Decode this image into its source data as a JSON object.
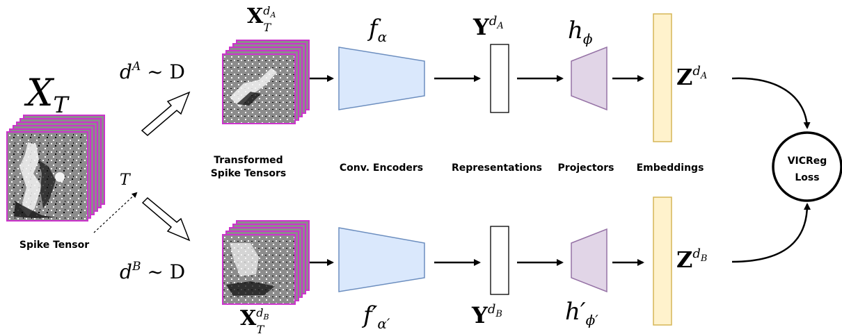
{
  "labels": {
    "spike_tensor": "Spike Tensor",
    "transformed_line1": "Transformed",
    "transformed_line2": "Spike Tensors",
    "conv_encoders": "Conv. Encoders",
    "representations": "Representations",
    "projectors": "Projectors",
    "embeddings": "Embeddings",
    "loss_line1": "VICReg",
    "loss_line2": "Loss"
  },
  "math": {
    "x_T": {
      "base": "X",
      "sub": "T"
    },
    "d_A_sample": {
      "base": "d",
      "sup": "A",
      "rest": " ~ D"
    },
    "d_B_sample": {
      "base": "d",
      "sup": "B",
      "rest": " ~ D"
    },
    "T_transform": "T",
    "x_T_dA": {
      "base": "X",
      "sup": "d",
      "supsub": "A",
      "sub": "T"
    },
    "x_T_dB": {
      "base": "X",
      "sup": "d",
      "supsub": "B",
      "sub": "T"
    },
    "f_alpha": {
      "base": "f",
      "sub": "α"
    },
    "f_alpha_prime": {
      "base": "f′",
      "sub": "α′"
    },
    "y_dA": {
      "base": "Y",
      "sup": "d",
      "supsub": "A"
    },
    "y_dB": {
      "base": "Y",
      "sup": "d",
      "supsub": "B"
    },
    "h_phi": {
      "base": "h",
      "sub": "ϕ"
    },
    "h_phi_prime": {
      "base": "h′",
      "sub": "ϕ′"
    },
    "z_dA": {
      "base": "Z",
      "sup": "d",
      "supsub": "A"
    },
    "z_dB": {
      "base": "Z",
      "sup": "d",
      "supsub": "B"
    }
  },
  "colors": {
    "tensor_border": "#cc33cc",
    "tensor_fill": "#8c8c8c",
    "encoder_fill": "#dae8fc",
    "encoder_stroke": "#6c8ebf",
    "projector_fill": "#e1d5e7",
    "projector_stroke": "#9673a6",
    "embedding_fill": "#fff2cc",
    "embedding_stroke": "#d6b656"
  }
}
